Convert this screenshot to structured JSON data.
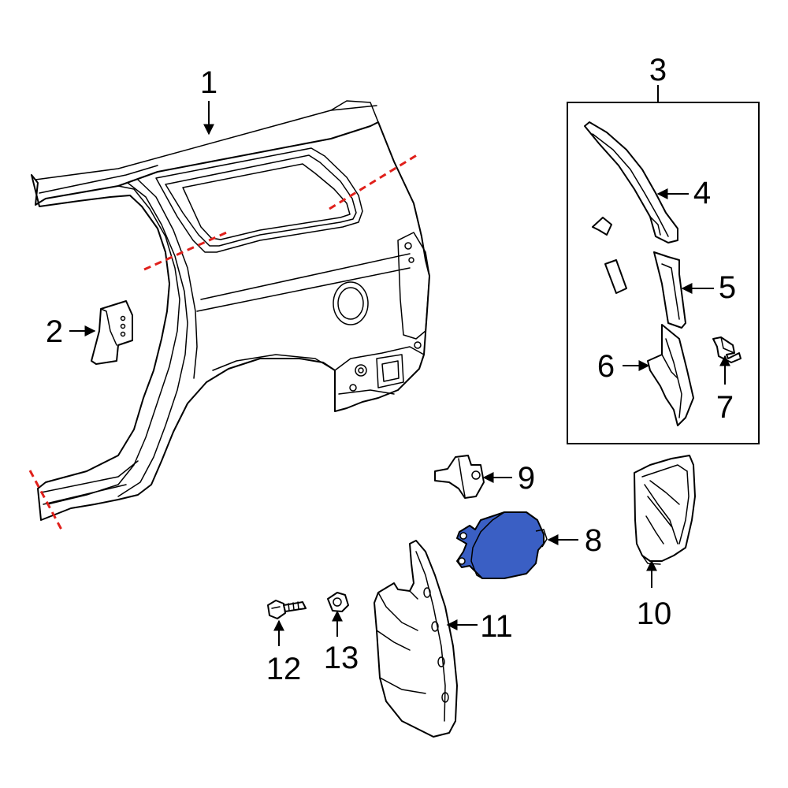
{
  "colors": {
    "highlight": "#3a5fc4",
    "cut_line": "#e0201b",
    "ink": "#000000"
  },
  "callouts": {
    "c1": "1",
    "c2": "2",
    "c3": "3",
    "c4": "4",
    "c5": "5",
    "c6": "6",
    "c7": "7",
    "c8": "8",
    "c9": "9",
    "c10": "10",
    "c11": "11",
    "c12": "12",
    "c13": "13"
  },
  "highlighted_part": "8"
}
